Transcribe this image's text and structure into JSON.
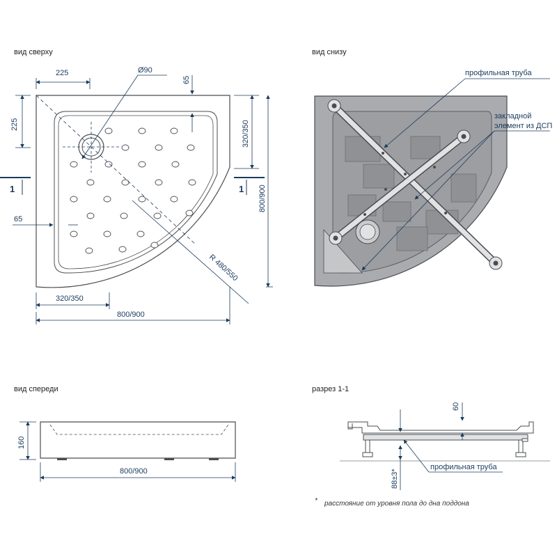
{
  "views": {
    "top": {
      "title": "вид сверху",
      "dims": {
        "d225_h": "225",
        "diameter": "Ø90",
        "d65_top": "65",
        "d225_v": "225",
        "d320_v": "320/350",
        "d800_v": "800/900",
        "d65_left": "65",
        "radius": "R 480/550",
        "d320_h": "320/350",
        "d800_h": "800/900",
        "section_mark": "1"
      }
    },
    "bottom": {
      "title": "вид снизу",
      "labels": {
        "pipe": "профильная труба",
        "insert_line1": "закладной",
        "insert_line2": "элемент из ДСП"
      }
    },
    "front": {
      "title": "вид спереди",
      "dims": {
        "height": "160",
        "width": "800/900"
      }
    },
    "section": {
      "title": "разрез 1-1",
      "dims": {
        "rim": "60",
        "floor": "88±3*"
      },
      "labels": {
        "pipe": "профильная труба"
      },
      "footnote_mark": "*",
      "footnote": "расстояние от уровня пола до дна поддона"
    }
  },
  "colors": {
    "dim_line": "#1a3a5c",
    "tray_fill": "#a9abae",
    "tray_stroke": "#4a4c50",
    "frame": "#d9dadb"
  }
}
